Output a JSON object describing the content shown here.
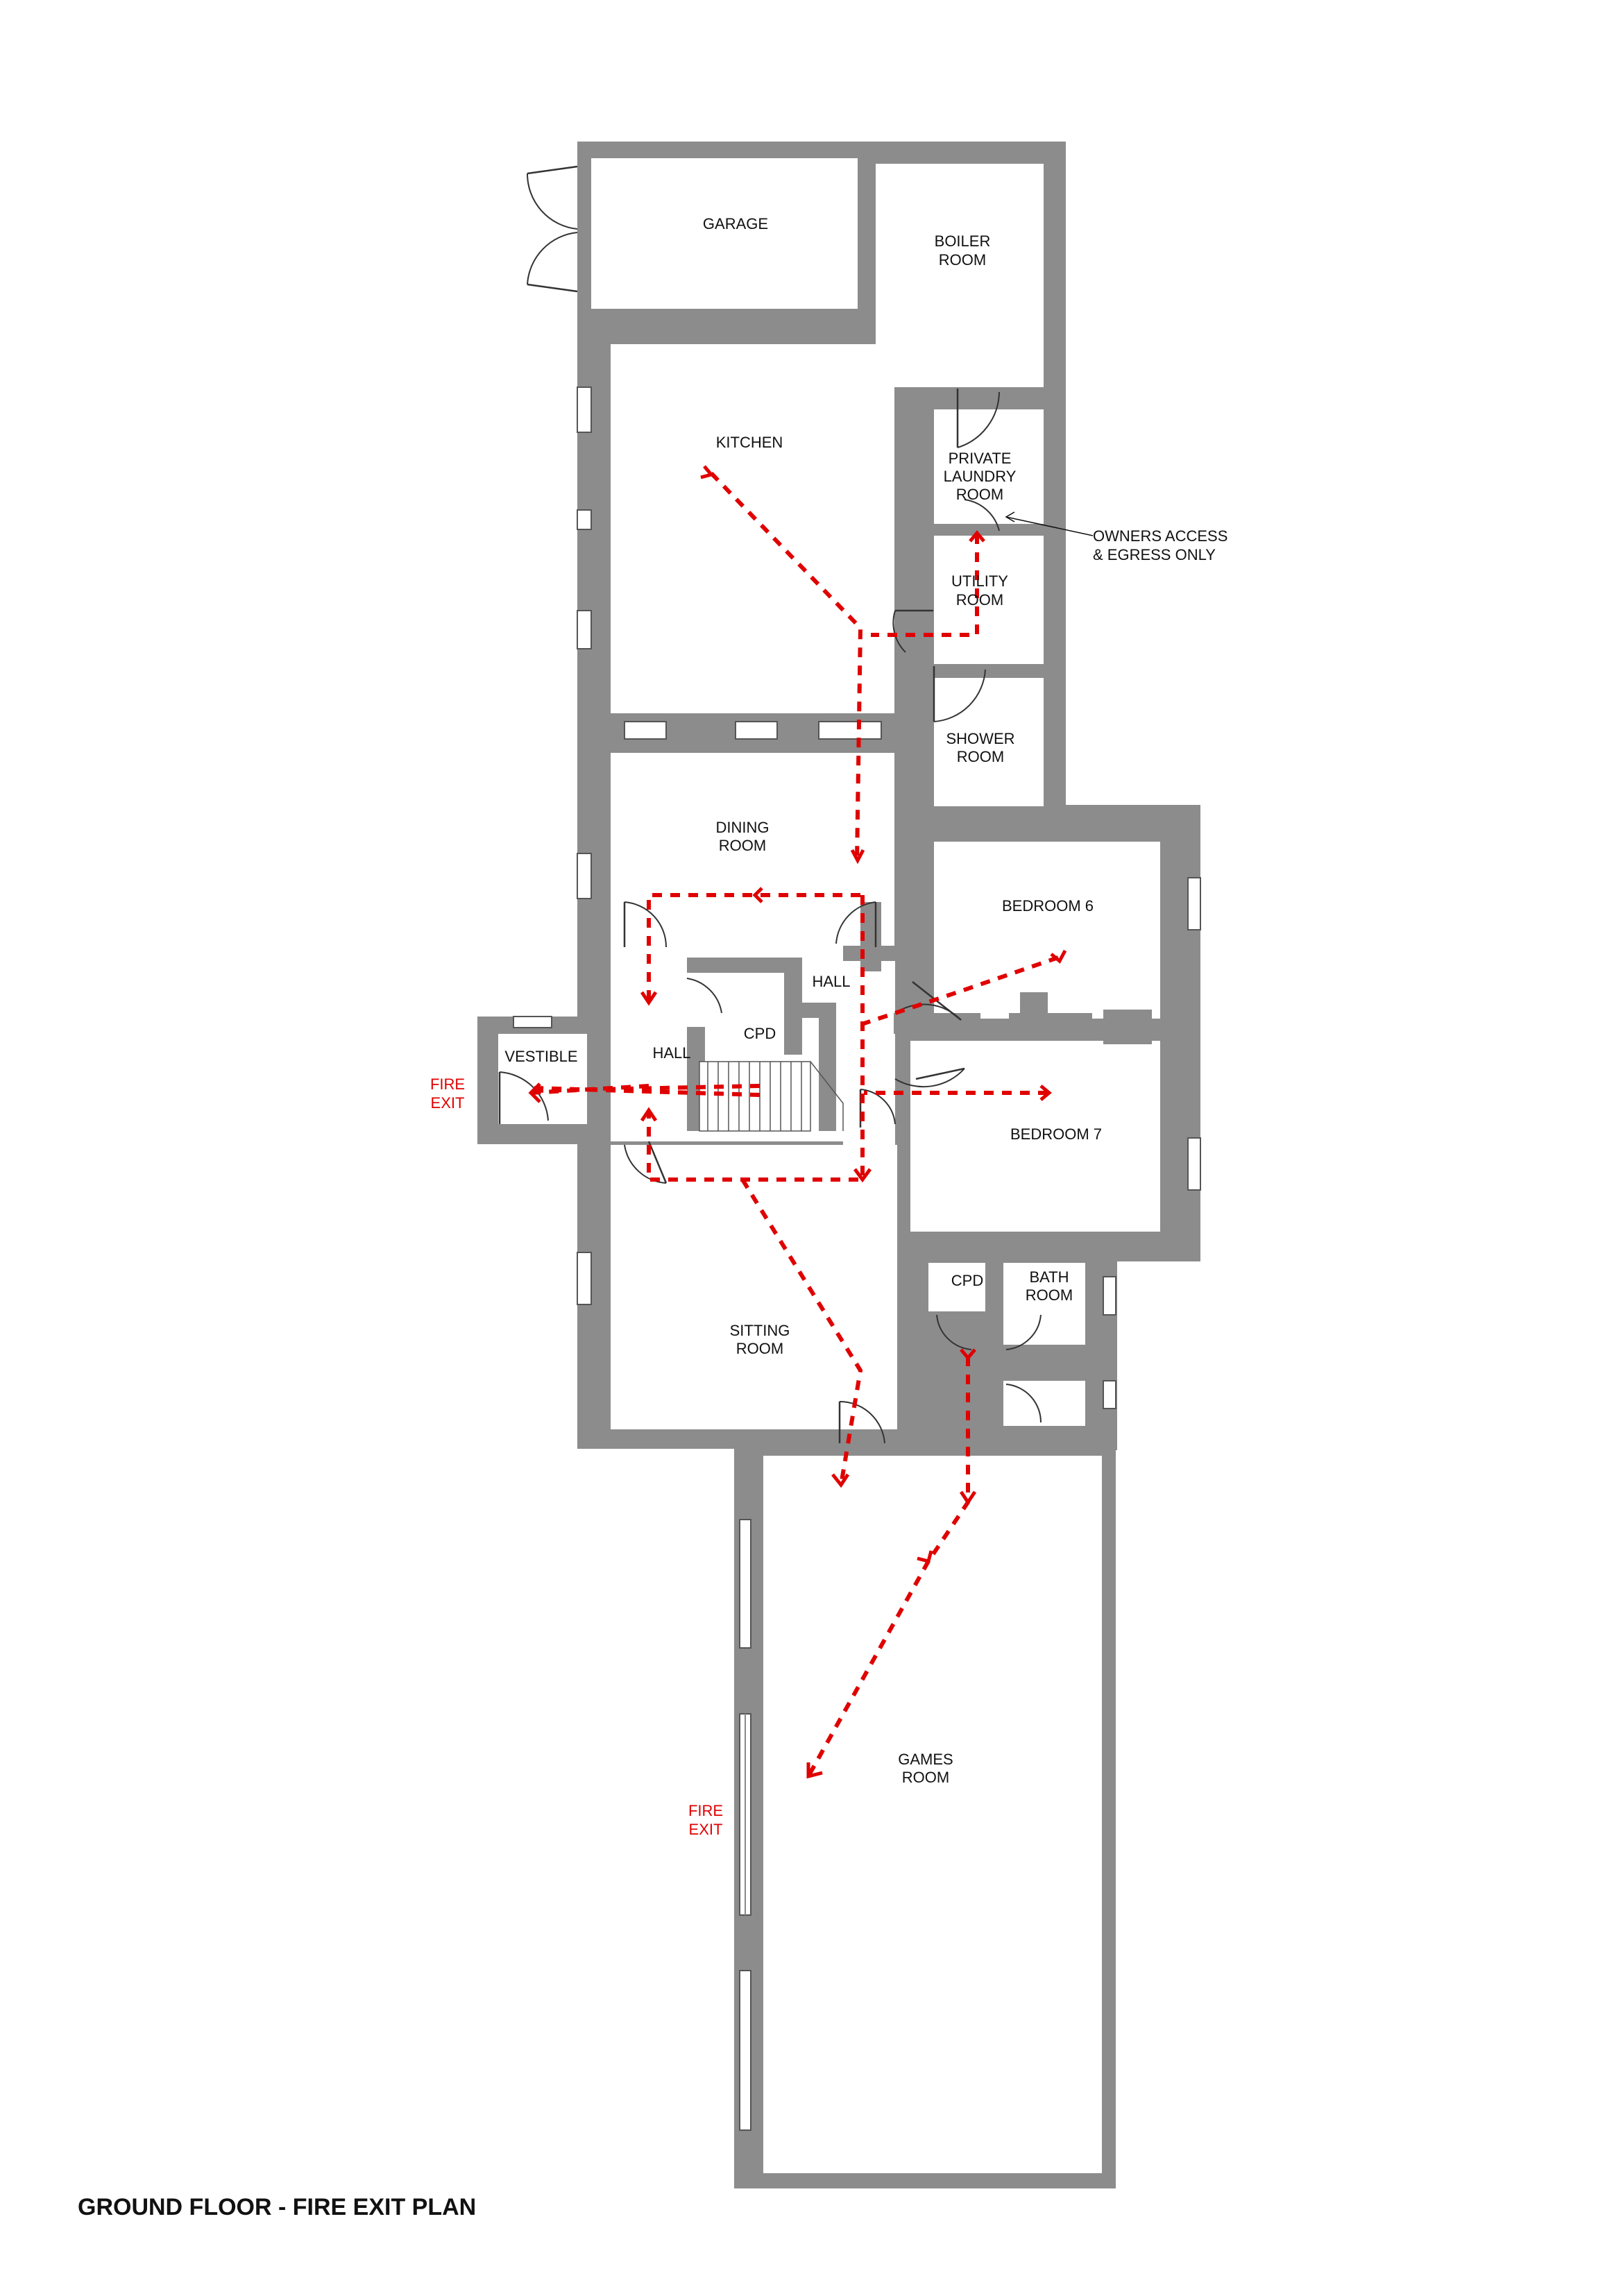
{
  "title": "GROUND FLOOR - FIRE EXIT PLAN",
  "rooms": {
    "garage": "GARAGE",
    "boiler_1": "BOILER",
    "boiler_2": "ROOM",
    "kitchen": "KITCHEN",
    "laundry_1": "PRIVATE",
    "laundry_2": "LAUNDRY",
    "laundry_3": "ROOM",
    "utility_1": "UTILITY",
    "utility_2": "ROOM",
    "shower_1": "SHOWER",
    "shower_2": "ROOM",
    "dining_1": "DINING",
    "dining_2": "ROOM",
    "bedroom6": "BEDROOM 6",
    "hall_main": "HALL",
    "cpd_stair": "CPD",
    "hall_small": "HALL",
    "vestible": "VESTIBLE",
    "bedroom7": "BEDROOM 7",
    "cpd_small": "CPD",
    "bath_1": "BATH",
    "bath_2": "ROOM",
    "sitting_1": "SITTING",
    "sitting_2": "ROOM",
    "games_1": "GAMES",
    "games_2": "ROOM"
  },
  "fire_exits": {
    "west_1": "FIRE",
    "west_2": "EXIT",
    "games_1": "FIRE",
    "games_2": "EXIT"
  },
  "notes": {
    "owners_1": "OWNERS ACCESS",
    "owners_2": "& EGRESS ONLY"
  },
  "colors": {
    "wall": "#8c8c8c",
    "route": "#e00000",
    "text": "#111111"
  }
}
